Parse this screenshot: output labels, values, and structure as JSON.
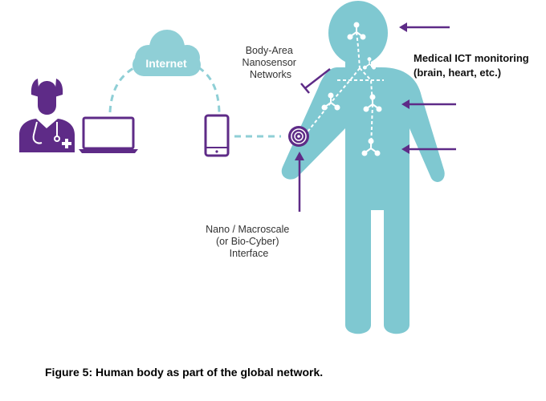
{
  "labels": {
    "internet": "Internet",
    "ban_line1": "Body-Area",
    "ban_line2": "Nanosensor",
    "ban_line3": "Networks",
    "medical_line1": "Medical ICT monitoring",
    "medical_line2": "(brain, heart, etc.)",
    "interface_line1": "Nano / Macroscale",
    "interface_line2": "(or Bio-Cyber)",
    "interface_line3": "Interface"
  },
  "caption": "Figure 5: Human body as part of the global network.",
  "icons": {
    "doctor": "doctor-icon",
    "laptop": "laptop-icon",
    "phone": "smartphone-icon",
    "cloud": "cloud-icon",
    "interface": "target-icon",
    "nanosensor": "nanosensor-node-icon"
  },
  "colors": {
    "body": "#7fc8d1",
    "cloud": "#8fcfd6",
    "purple": "#5e2b87",
    "dashes": "#8fcfd6",
    "sensor_links": "#ffffff"
  }
}
